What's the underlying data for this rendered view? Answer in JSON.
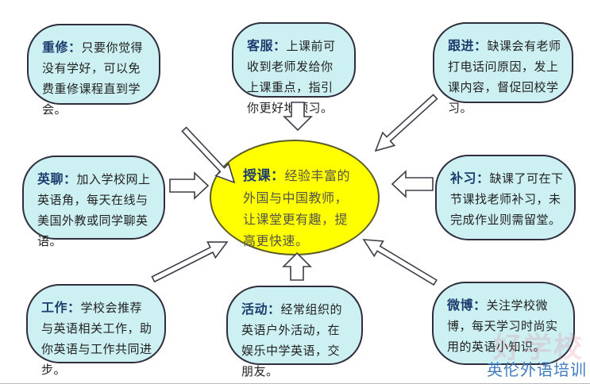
{
  "diagram": {
    "title_hint": "training-service-diagram",
    "center": {
      "label": "授课：",
      "text": "经验丰富的外国与中国教师，让课堂更有趣，提高更快速。"
    },
    "nodes": [
      {
        "id": "chongxiu",
        "label": "重修：",
        "text": "只要你觉得没有学好，可以免费重修课程直到学会。"
      },
      {
        "id": "kefu",
        "label": "客服：",
        "text": "上课前可收到老师发给你上课重点，指引你更好地预习。"
      },
      {
        "id": "genjin",
        "label": "跟进：",
        "text": "缺课会有老师打电话问原因，发上课内容，督促回校学习。"
      },
      {
        "id": "yingliao",
        "label": "英聊：",
        "text": "加入学校网上英语角，每天在线与美国外教或同学聊英语。"
      },
      {
        "id": "buxi",
        "label": "补习：",
        "text": "缺课了可在下节课找老师补习，未完成作业则需留堂。"
      },
      {
        "id": "gongzuo",
        "label": "工作：",
        "text": "学校会推荐与英语相关工作，助你英语与工作共同进步。"
      },
      {
        "id": "huodong",
        "label": "活动：",
        "text": "经常组织的英语户外活动，在娱乐中学英语，交朋友。"
      },
      {
        "id": "weibo",
        "label": "微博：",
        "text": "关注学校微博，每天学习时尚实用的英语小知识。"
      }
    ],
    "watermark": "英伦外语培训",
    "faint_logo": "好学校",
    "colors": {
      "node_fill": "#cdf0f2",
      "node_border": "#2e2e3d",
      "center_fill": "#ffff00",
      "center_border": "#5c5c29",
      "label_color": "#1d3d6e",
      "body_color": "#222222",
      "watermark_color": "#3f7cbf"
    }
  }
}
